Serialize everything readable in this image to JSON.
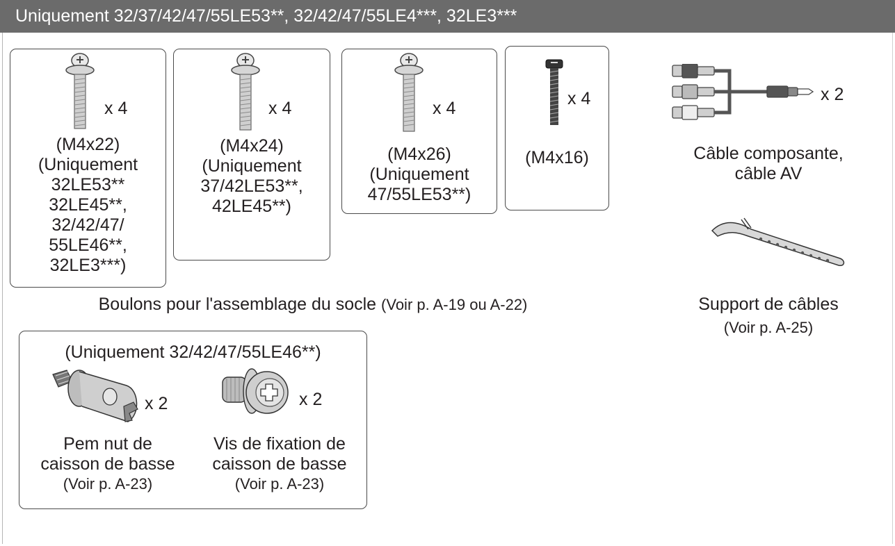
{
  "header": {
    "title": "Uniquement 32/37/42/47/55LE53**, 32/42/47/55LE4***, 32LE3***"
  },
  "bolts": [
    {
      "qty": "x 4",
      "lines": [
        "(M4x22)",
        "(Uniquement",
        "32LE53**",
        "32LE45**,",
        "32/42/47/",
        "55LE46**,",
        "32LE3***)"
      ]
    },
    {
      "qty": "x 4",
      "lines": [
        "(M4x24)",
        "(Uniquement",
        "37/42LE53**,",
        "42LE45**)"
      ]
    },
    {
      "qty": "x 4",
      "lines": [
        "(M4x26)",
        "(Uniquement",
        "47/55LE53**)"
      ]
    },
    {
      "qty": "x 4",
      "lines": [
        "(M4x16)"
      ]
    }
  ],
  "bolts_caption": {
    "main": "Boulons pour l'assemblage du socle",
    "ref": "(Voir p. A-19 ou A-22)"
  },
  "cable": {
    "qty": "x 2",
    "lines": [
      "Câble composante,",
      "câble AV"
    ]
  },
  "cable_holder": {
    "lines": [
      "Support de câbles",
      "(Voir p. A-25)"
    ]
  },
  "subwoofer": {
    "title": "(Uniquement 32/42/47/55LE46**)",
    "items": [
      {
        "qty": "x 2",
        "lines": [
          "Pem nut de",
          "caisson de basse",
          "(Voir p. A-23)"
        ]
      },
      {
        "qty": "x 2",
        "lines": [
          "Vis de fixation de",
          "caisson de basse",
          "(Voir p. A-23)"
        ]
      }
    ]
  },
  "colors": {
    "header_bg": "#6b6b6b",
    "header_text": "#ffffff",
    "border": "#4a4a4a"
  },
  "icons": [
    "screw-icon",
    "long-screw-icon",
    "av-cable-icon",
    "cable-holder-icon",
    "pem-nut-icon",
    "subwoofer-screw-icon"
  ]
}
